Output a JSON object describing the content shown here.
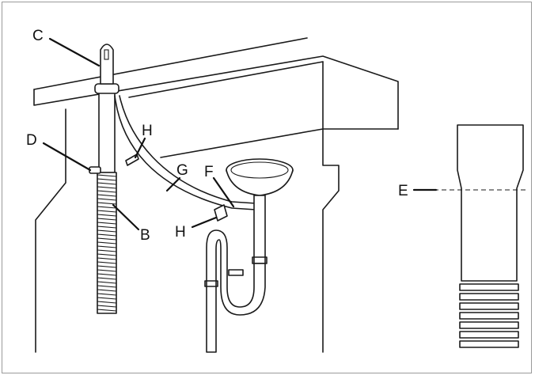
{
  "labels": {
    "C": "C",
    "D": "D",
    "B": "B",
    "H_top": "H",
    "G": "G",
    "F": "F",
    "H_bottom": "H",
    "E": "E"
  }
}
